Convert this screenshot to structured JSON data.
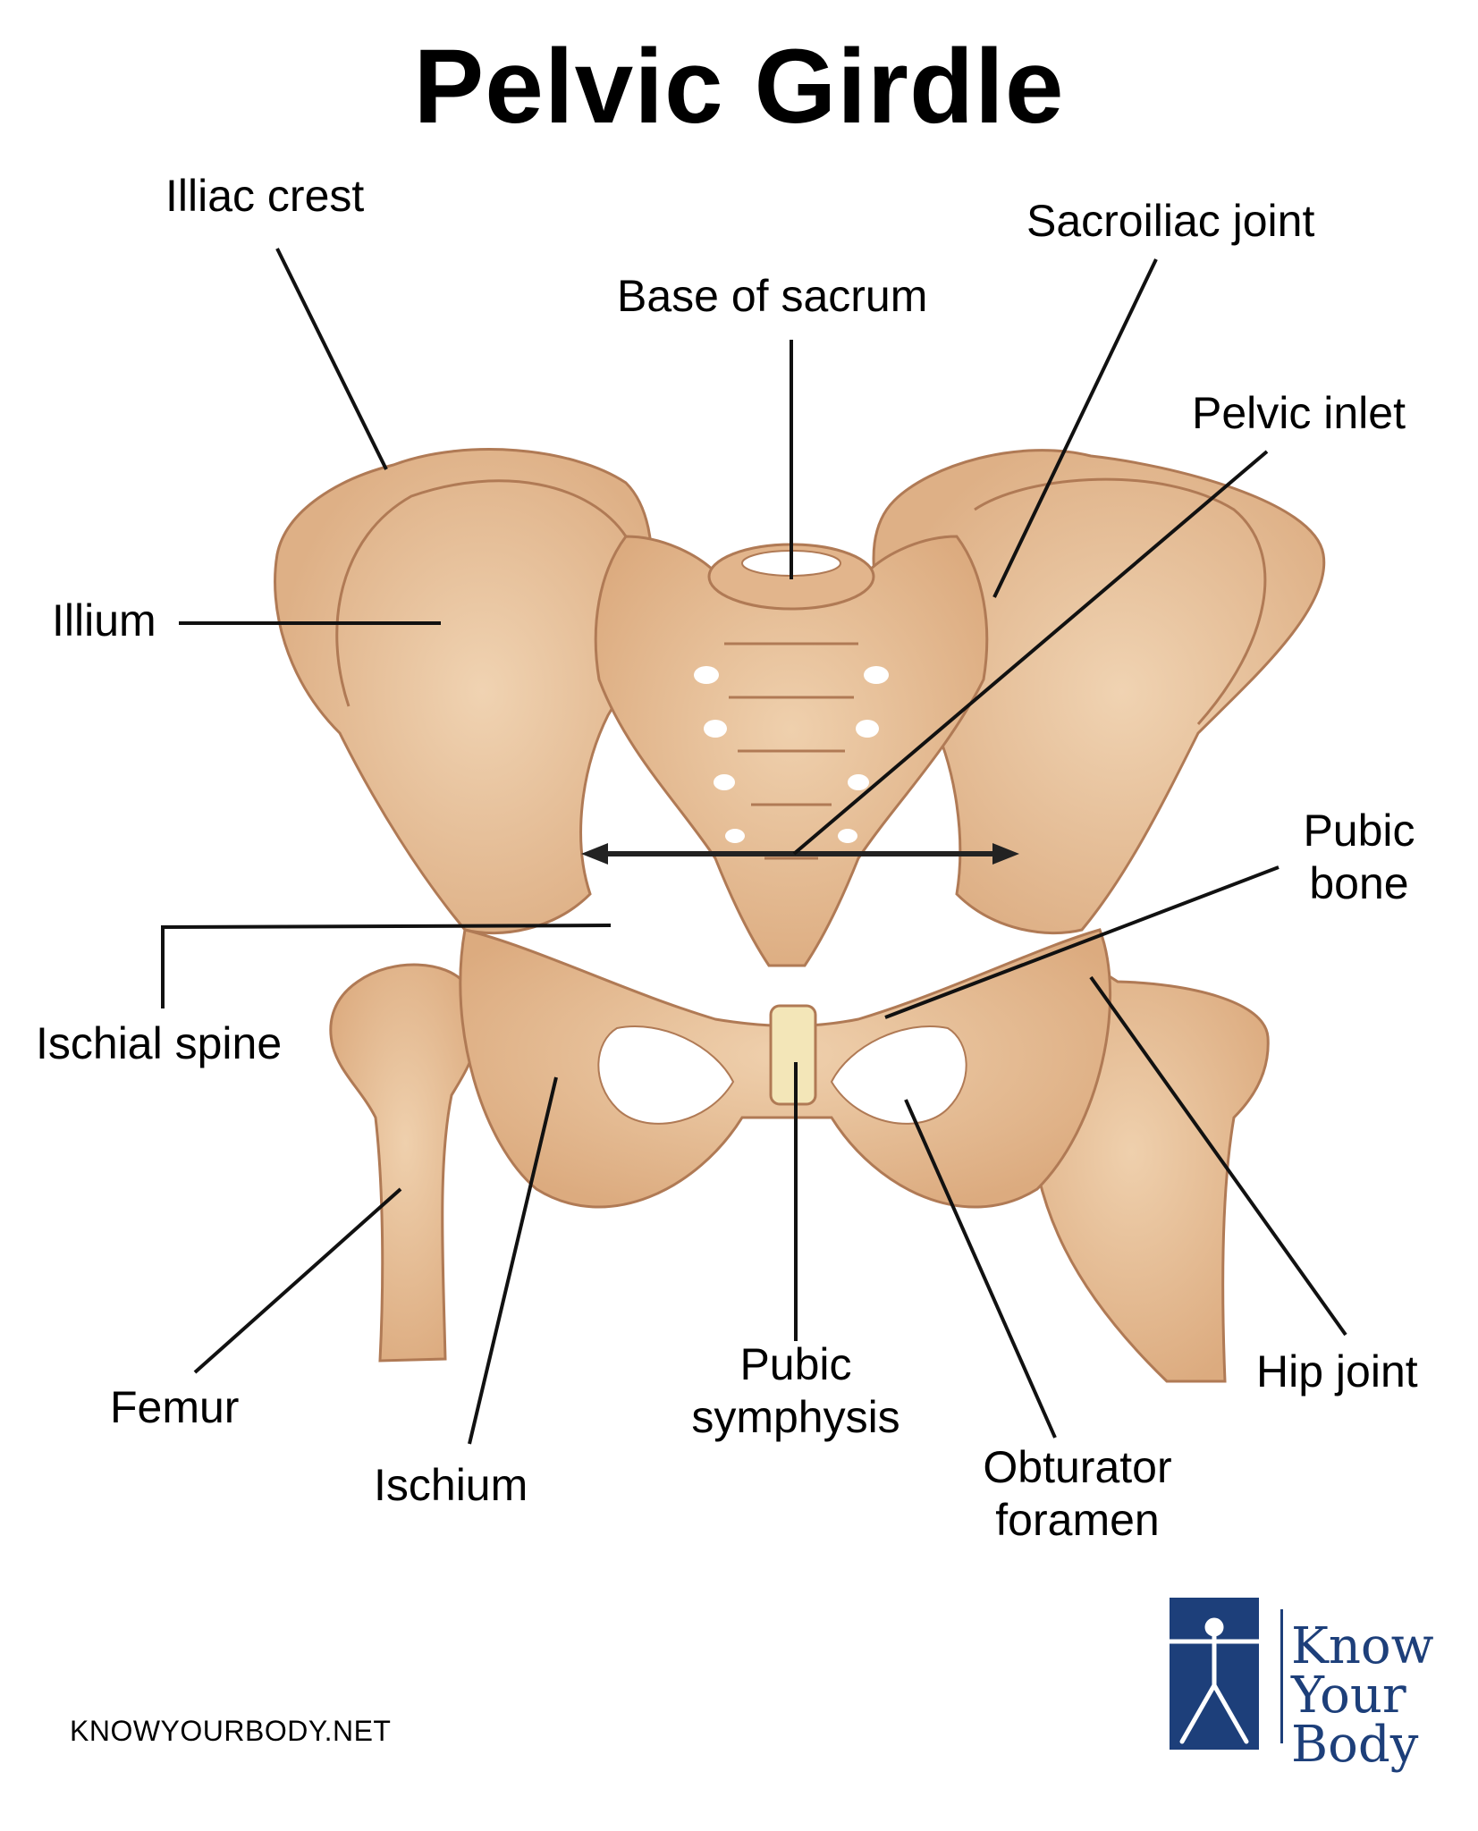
{
  "title": "Pelvic Girdle",
  "labels": {
    "illiac_crest": "Illiac crest",
    "sacroiliac_joint": "Sacroiliac joint",
    "base_of_sacrum": "Base of sacrum",
    "pelvic_inlet": "Pelvic inlet",
    "illium": "Illium",
    "pubic_bone_line1": "Pubic",
    "pubic_bone_line2": "bone",
    "ischial_spine": "Ischial spine",
    "femur": "Femur",
    "ischium": "Ischium",
    "pubic_symphysis_line1": "Pubic",
    "pubic_symphysis_line2": "symphysis",
    "obturator_foramen_line1": "Obturator",
    "obturator_foramen_line2": "foramen",
    "hip_joint": "Hip joint"
  },
  "footer": "KNOWYOURBODY.NET",
  "brand": {
    "line1": "Know",
    "line2": "Your",
    "line3": "Body",
    "color": "#1d3f7a"
  },
  "colors": {
    "bone": "#e8c49e",
    "bone_dark": "#d9aa80",
    "bone_outline": "#b07a55",
    "cartilage": "#f3e6b8",
    "leader_line": "#111111"
  }
}
